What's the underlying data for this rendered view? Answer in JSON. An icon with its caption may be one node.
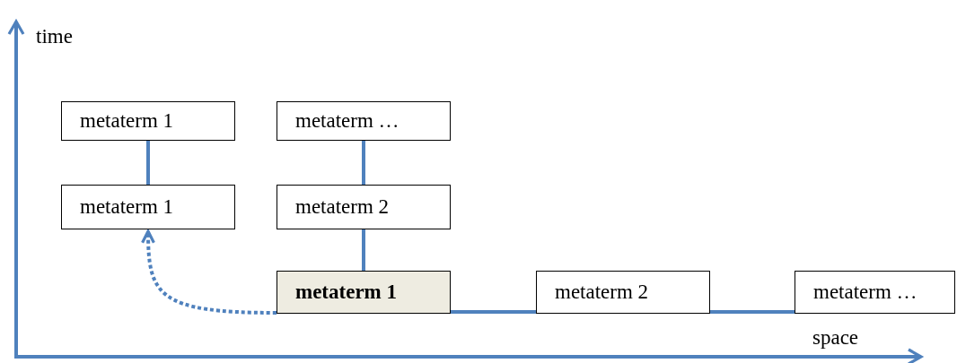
{
  "diagram": {
    "nodes": [
      {
        "text": [
          "metaterm 1"
        ]
      },
      {
        "text": [
          "metaterm …"
        ]
      },
      {
        "text": [
          "metaterm 1"
        ]
      },
      {
        "text": [
          "metaterm 2"
        ]
      },
      {
        "text": [
          "metaterm 1"
        ]
      },
      {
        "text": [
          "metaterm 2"
        ]
      },
      {
        "text": [
          "metaterm …"
        ]
      }
    ],
    "edges": [
      {
        "from": 0,
        "to": 2,
        "arrow": "none"
      },
      {
        "from": 1,
        "to": 3,
        "arrow": "none"
      },
      {
        "from": 3,
        "to": 4,
        "arrow": "none"
      },
      {
        "from": 4,
        "to": 5,
        "arrow": "none"
      },
      {
        "from": 5,
        "to": 6,
        "arrow": "none"
      },
      {
        "from": 4,
        "to": 2,
        "arrow": "to",
        "style": "dashed"
      }
    ],
    "labels": [
      "time",
      "space"
    ]
  }
}
